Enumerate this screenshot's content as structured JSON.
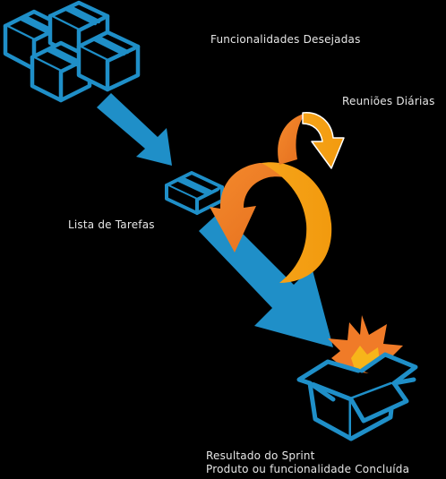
{
  "labels": {
    "backlog": "Funcionalidades Desejadas",
    "daily": "Reuniões Diárias",
    "tasks": "Lista de Tarefas",
    "result_title": "Resultado do Sprint",
    "result_subtitle": "Produto ou funcionalidade Concluída"
  },
  "colors": {
    "background": "#000000",
    "blue": "#1f8fc8",
    "box_stroke": "#1f8fc8",
    "orange": "#f07b28",
    "gold": "#f5a013",
    "burst_yellow": "#f7b51a",
    "text": "#e6e6e6"
  },
  "icons": [
    "product-backlog-boxes-icon",
    "flow-arrow-icon",
    "sprint-backlog-box-icon",
    "sprint-cycle-arrow-icon",
    "daily-scrum-arrow-icon",
    "open-box-icon",
    "burst-icon"
  ]
}
